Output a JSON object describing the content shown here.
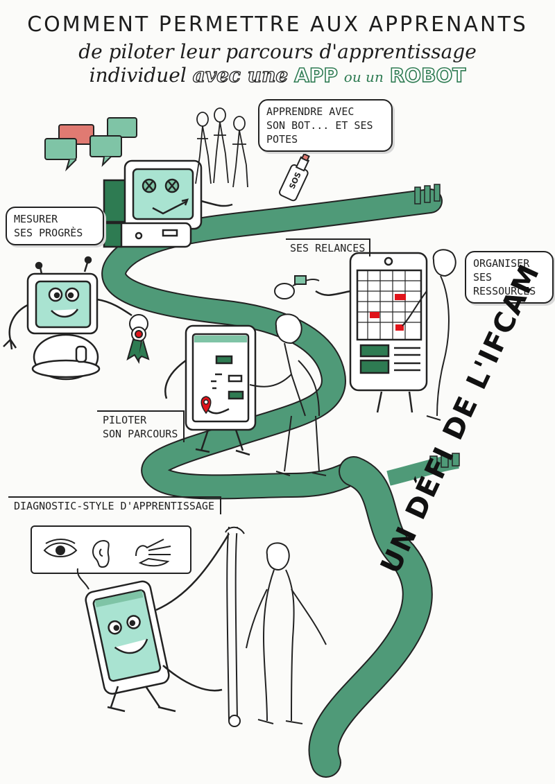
{
  "title": {
    "line1": "Comment permettre aux apprenants",
    "line2": "de piloter leur parcours d'apprentissage",
    "line3_text": "individuel",
    "line3_outline": "avec une",
    "line3_app": "APP",
    "line3_or": "ou un",
    "line3_robot": "ROBOT"
  },
  "bubbles": {
    "apprendre": "Apprendre avec\nson bot... et ses\npotes",
    "mesurer": "Mesurer\nses progrès",
    "relances": "Ses relances",
    "organiser": "Organiser\nses\nressources",
    "piloter": "Piloter\nson parcours",
    "diagnostic": "Diagnostic-style d'apprentissage"
  },
  "bottle_label": "SOS",
  "signature": "UN DÉFI DE L'IFCAM",
  "colors": {
    "road": "#4f9a78",
    "road_dark": "#2e7b52",
    "screen": "#a9e3d1",
    "bubble_red": "#e07a72",
    "bubble_green": "#7fc4a6",
    "accent_red": "#e0141b",
    "ink": "#1d1d1d"
  },
  "icons": [
    "eye-icon",
    "ear-icon",
    "hand-icon",
    "location-pin-icon"
  ]
}
